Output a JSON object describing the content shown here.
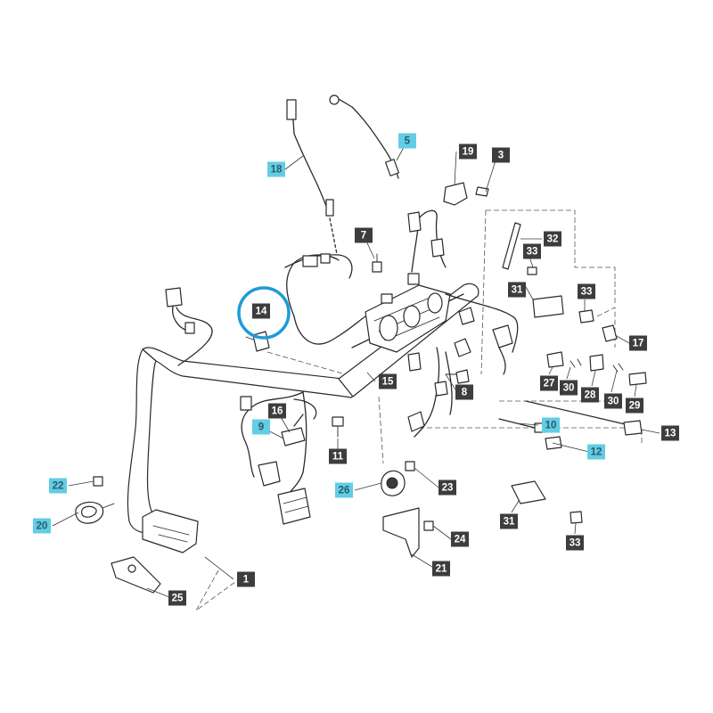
{
  "colors": {
    "dark_tag": "#3d3d3d",
    "cyan_tag": "#62cde3",
    "highlight_ring": "#1e9bd7",
    "line": "#2a2a2a"
  },
  "callouts": [
    {
      "label": "1",
      "style": "dark"
    },
    {
      "label": "3",
      "style": "dark"
    },
    {
      "label": "5",
      "style": "cyan"
    },
    {
      "label": "7",
      "style": "dark"
    },
    {
      "label": "8",
      "style": "dark"
    },
    {
      "label": "9",
      "style": "cyan"
    },
    {
      "label": "10",
      "style": "cyan"
    },
    {
      "label": "11",
      "style": "dark"
    },
    {
      "label": "12",
      "style": "cyan"
    },
    {
      "label": "13",
      "style": "dark"
    },
    {
      "label": "14",
      "style": "dark",
      "highlighted": true
    },
    {
      "label": "15",
      "style": "dark"
    },
    {
      "label": "16",
      "style": "dark"
    },
    {
      "label": "17",
      "style": "dark"
    },
    {
      "label": "18",
      "style": "cyan"
    },
    {
      "label": "19",
      "style": "dark"
    },
    {
      "label": "20",
      "style": "cyan"
    },
    {
      "label": "21",
      "style": "dark"
    },
    {
      "label": "22",
      "style": "cyan"
    },
    {
      "label": "23",
      "style": "dark"
    },
    {
      "label": "24",
      "style": "dark"
    },
    {
      "label": "25",
      "style": "dark"
    },
    {
      "label": "26",
      "style": "cyan"
    },
    {
      "label": "27",
      "style": "dark"
    },
    {
      "label": "28",
      "style": "dark"
    },
    {
      "label": "29",
      "style": "dark"
    },
    {
      "label": "30",
      "style": "dark"
    },
    {
      "label": "30",
      "style": "dark"
    },
    {
      "label": "31",
      "style": "dark"
    },
    {
      "label": "31",
      "style": "dark"
    },
    {
      "label": "32",
      "style": "dark"
    },
    {
      "label": "33",
      "style": "dark"
    },
    {
      "label": "33",
      "style": "dark"
    },
    {
      "label": "33",
      "style": "dark"
    }
  ]
}
